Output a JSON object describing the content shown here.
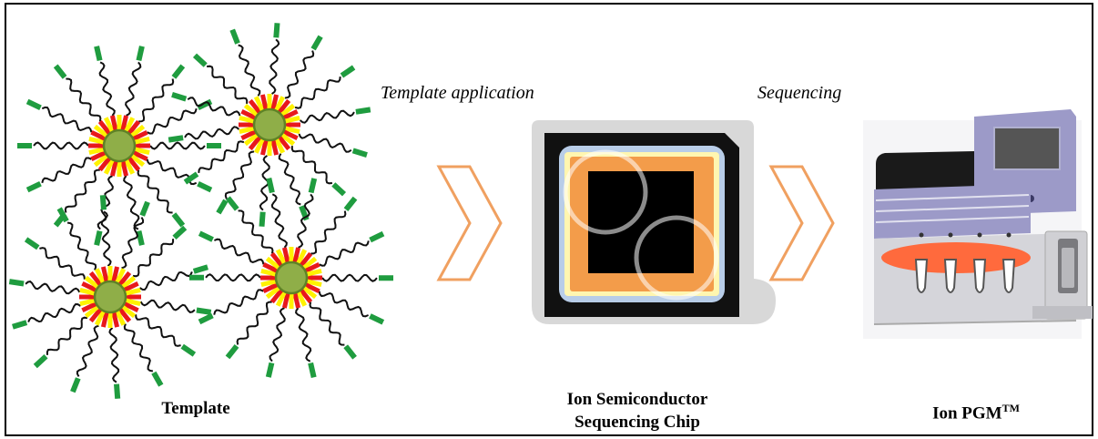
{
  "labels": {
    "step1": "Template application",
    "step2": "Sequencing",
    "template": "Template",
    "chip_line1": "Ion Semiconductor",
    "chip_line2": "Sequencing Chip",
    "pgm": "Ion PGM",
    "pgm_tm": "TM"
  },
  "colors": {
    "bead": "#8fae48",
    "bead_rim": "#5f8226",
    "halo_red": "#e8181c",
    "halo_yellow": "#fff200",
    "strand_tip": "#1f9c3f",
    "arrow": "#f0a060",
    "chip_outer": "#d8d8d8",
    "chip_body": "#111111",
    "chip_blue": "#b8cde8",
    "chip_orange": "#f39c4a",
    "machine_purple": "#9c9ac8",
    "machine_gray": "#c8c8cc",
    "machine_red": "#ff6a3d"
  }
}
